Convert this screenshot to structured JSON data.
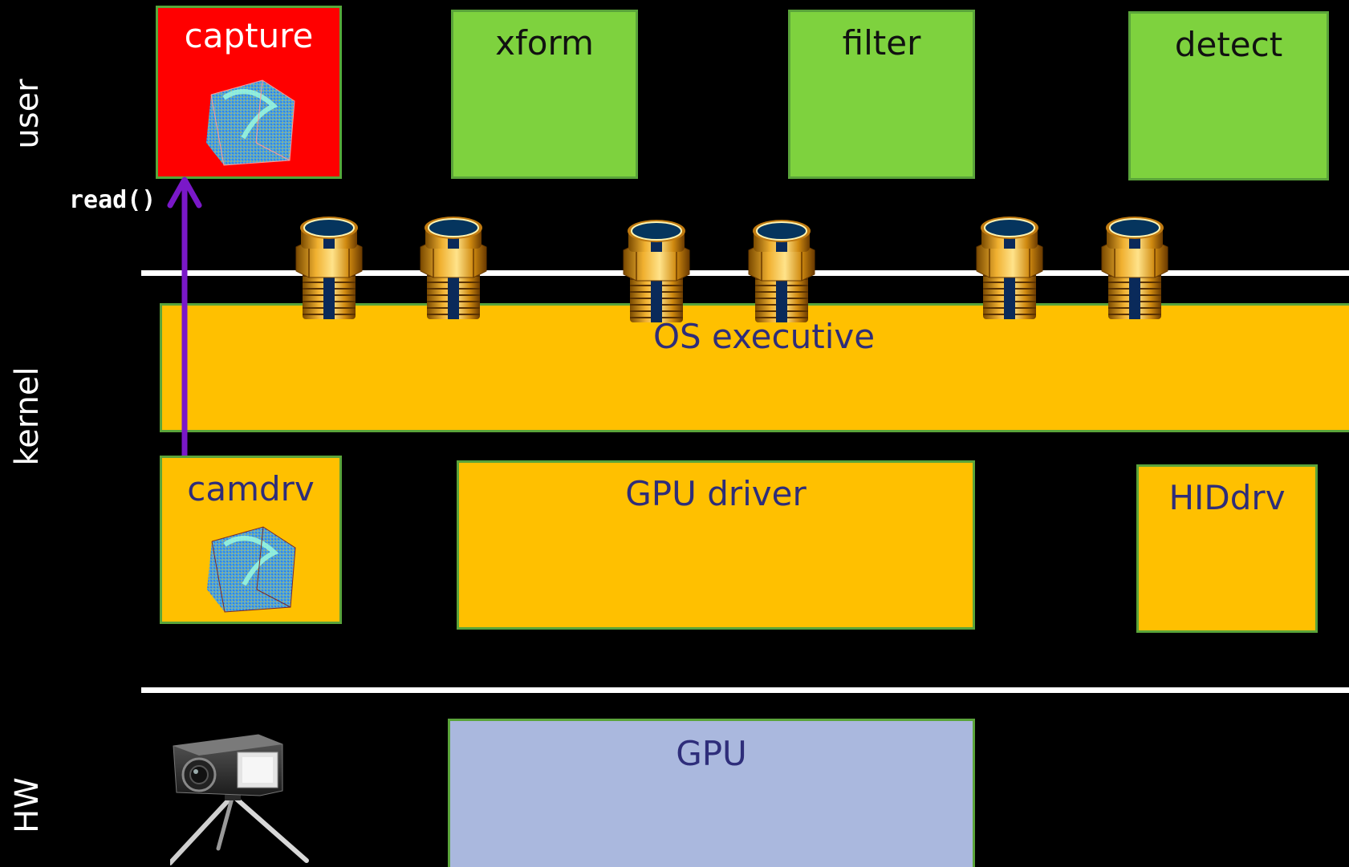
{
  "layers": {
    "user": "user",
    "kernel": "kernel",
    "hw": "HW"
  },
  "user_processes": {
    "capture": "capture",
    "xform": "xform",
    "filter": "filter",
    "detect": "detect"
  },
  "syscall": "read()",
  "kernel": {
    "os_executive": "OS executive",
    "camdrv": "camdrv",
    "gpu_driver": "GPU driver",
    "hiddrv": "HIDdrv"
  },
  "hardware": {
    "gpu": "GPU"
  },
  "colors": {
    "user_box": "#7ed23e",
    "capture_box": "#ff0000",
    "kernel_box": "#ffc000",
    "gpu_box": "#aab8de",
    "box_border": "#5aa43a",
    "kernel_text": "#2e2d7a",
    "arrow": "#7a18c8",
    "divider": "#ffffff"
  },
  "icons": {
    "pipe": "pipe-fitting-icon",
    "data_cube": "point-cloud-cube-icon",
    "camera": "camera-on-tripod-icon"
  }
}
